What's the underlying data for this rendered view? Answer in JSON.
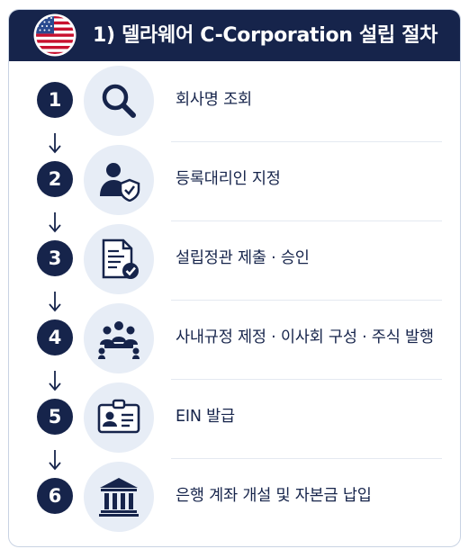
{
  "title": "1) 델라웨어 C-Corporation 설립 절차",
  "steps": [
    {
      "number": "1",
      "label": "회사명 조회",
      "icon": "search-icon"
    },
    {
      "number": "2",
      "label": "등록대리인 지정",
      "icon": "agent-shield-icon"
    },
    {
      "number": "3",
      "label": "설립정관 제출 · 승인",
      "icon": "document-check-icon"
    },
    {
      "number": "4",
      "label": "사내규정 제정 · 이사회 구성 · 주식 발행",
      "icon": "board-meeting-icon"
    },
    {
      "number": "5",
      "label": "EIN 발급",
      "icon": "id-card-icon"
    },
    {
      "number": "6",
      "label": "은행 계좌 개설 및 자본금 납입",
      "icon": "bank-icon"
    }
  ],
  "colors": {
    "navy": "#16244b",
    "icon_bg": "#e7edf6",
    "red": "#c8102e",
    "blue": "#2a4a8f"
  }
}
